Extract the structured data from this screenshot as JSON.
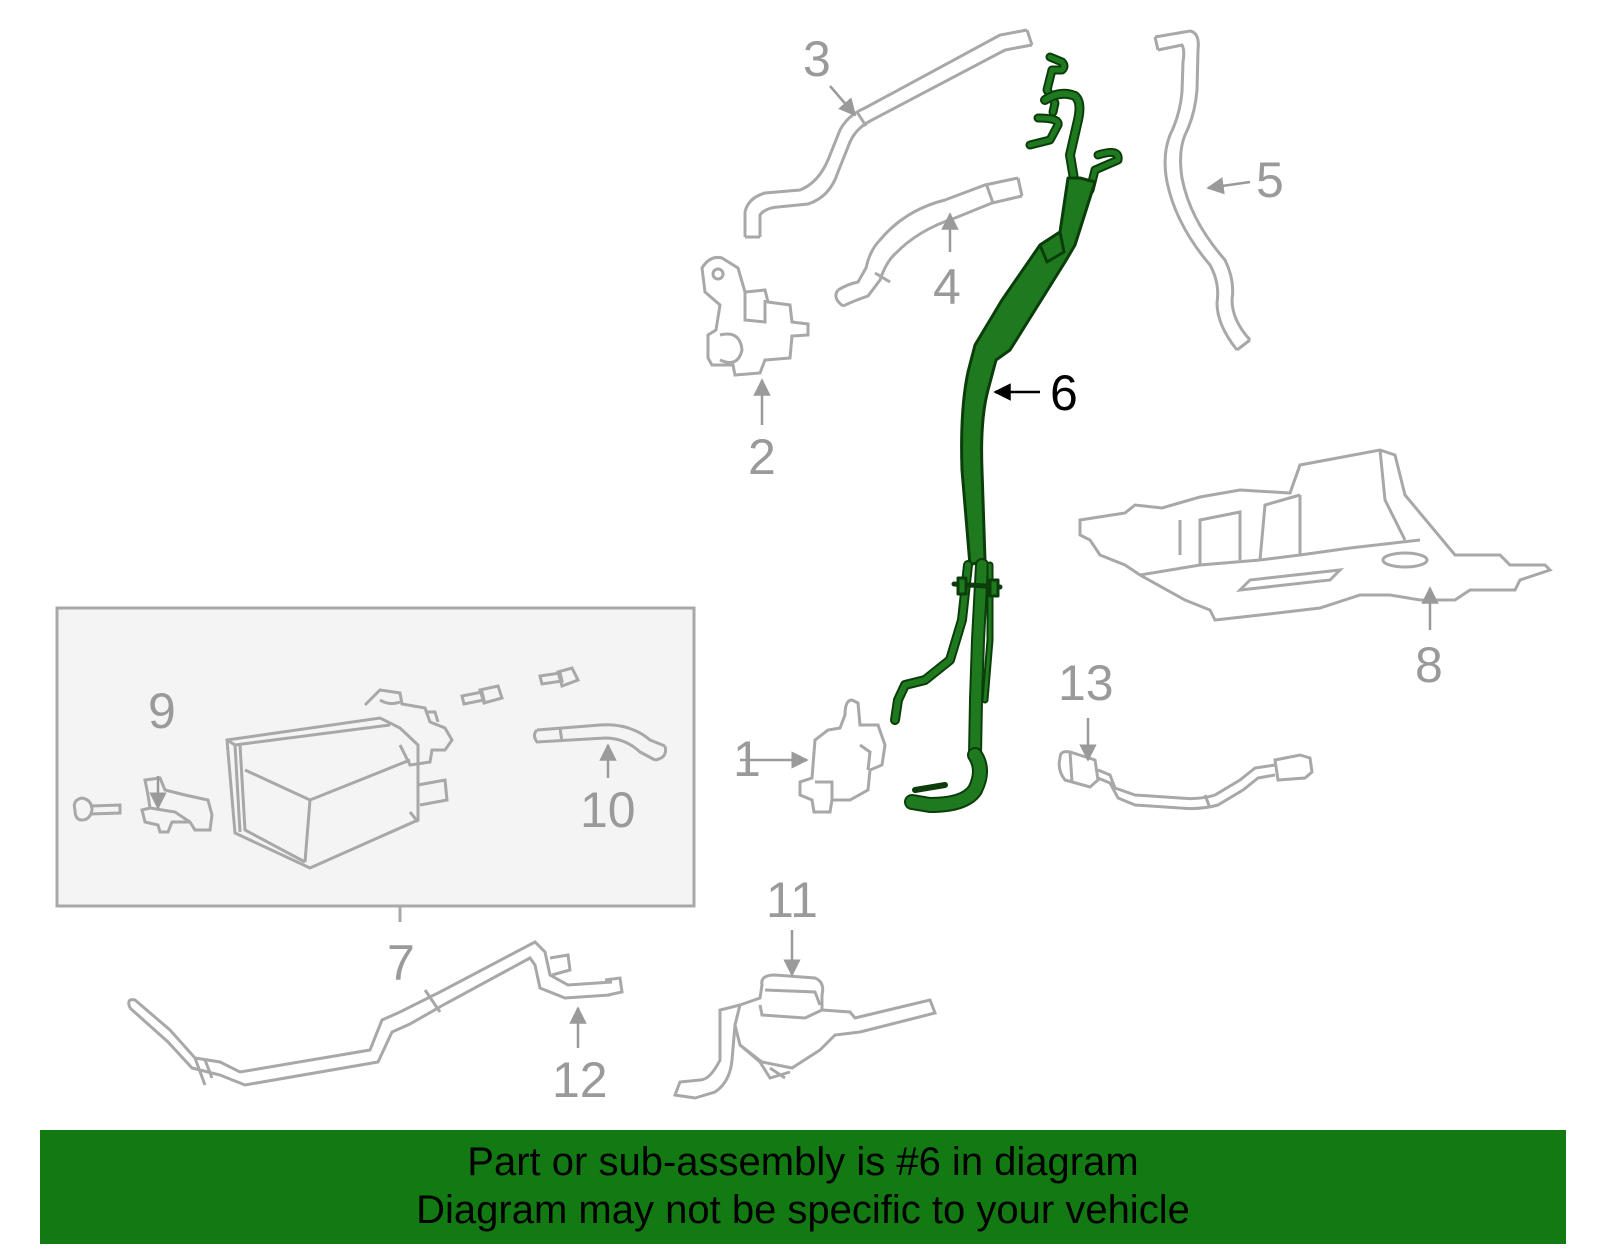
{
  "diagram": {
    "callouts": [
      {
        "id": "c1",
        "label": "1",
        "active": false
      },
      {
        "id": "c2",
        "label": "2",
        "active": false
      },
      {
        "id": "c3",
        "label": "3",
        "active": false
      },
      {
        "id": "c4",
        "label": "4",
        "active": false
      },
      {
        "id": "c5",
        "label": "5",
        "active": false
      },
      {
        "id": "c6",
        "label": "6",
        "active": true
      },
      {
        "id": "c7",
        "label": "7",
        "active": false
      },
      {
        "id": "c8",
        "label": "8",
        "active": false
      },
      {
        "id": "c9",
        "label": "9",
        "active": false
      },
      {
        "id": "c10",
        "label": "10",
        "active": false
      },
      {
        "id": "c11",
        "label": "11",
        "active": false
      },
      {
        "id": "c12",
        "label": "12",
        "active": false
      },
      {
        "id": "c13",
        "label": "13",
        "active": false
      }
    ],
    "colors": {
      "outline": "#a8a8a8",
      "highlight_fill": "#1f7a1f",
      "highlight_stroke": "#0b3d0b",
      "box_fill": "#f4f4f4",
      "banner": "#137a13"
    }
  },
  "banner": {
    "line1": "Part or sub-assembly is #6 in diagram",
    "line2": "Diagram may not be specific to your vehicle"
  }
}
